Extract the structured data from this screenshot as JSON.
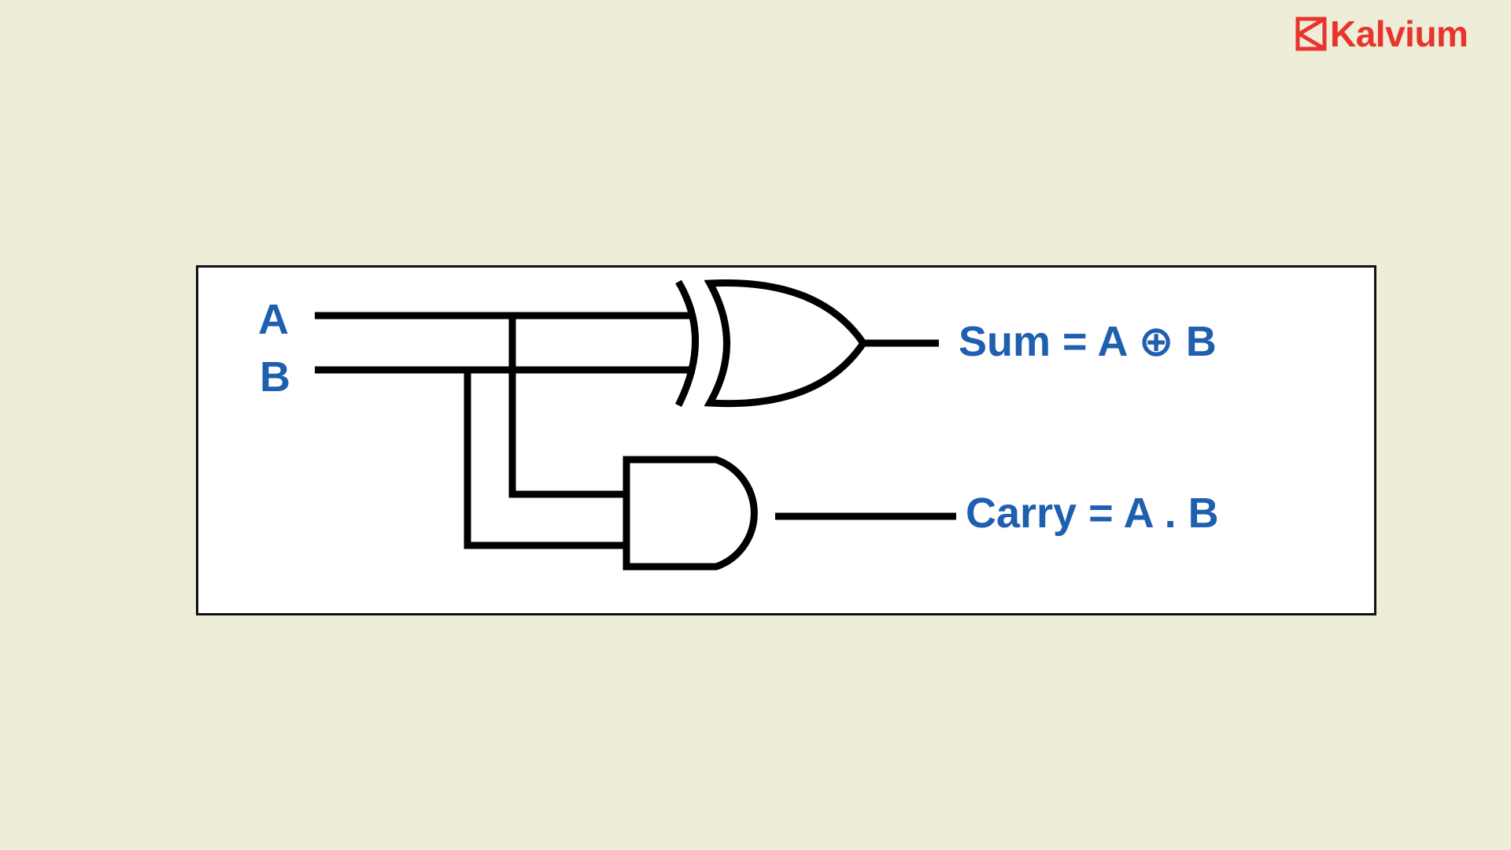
{
  "brand": {
    "logo_icon": "kalvium-logo-icon",
    "name": "Kalvium",
    "color": "#E8342C"
  },
  "diagram": {
    "inputs": {
      "a_label": "A",
      "b_label": "B"
    },
    "gates": {
      "xor_gate": "xor-gate",
      "and_gate": "and-gate"
    },
    "outputs": {
      "sum_label": "Sum = A ⊕ B",
      "carry_label": "Carry = A . B"
    },
    "label_color": "#1F5FAF",
    "wire_color": "#000000"
  }
}
